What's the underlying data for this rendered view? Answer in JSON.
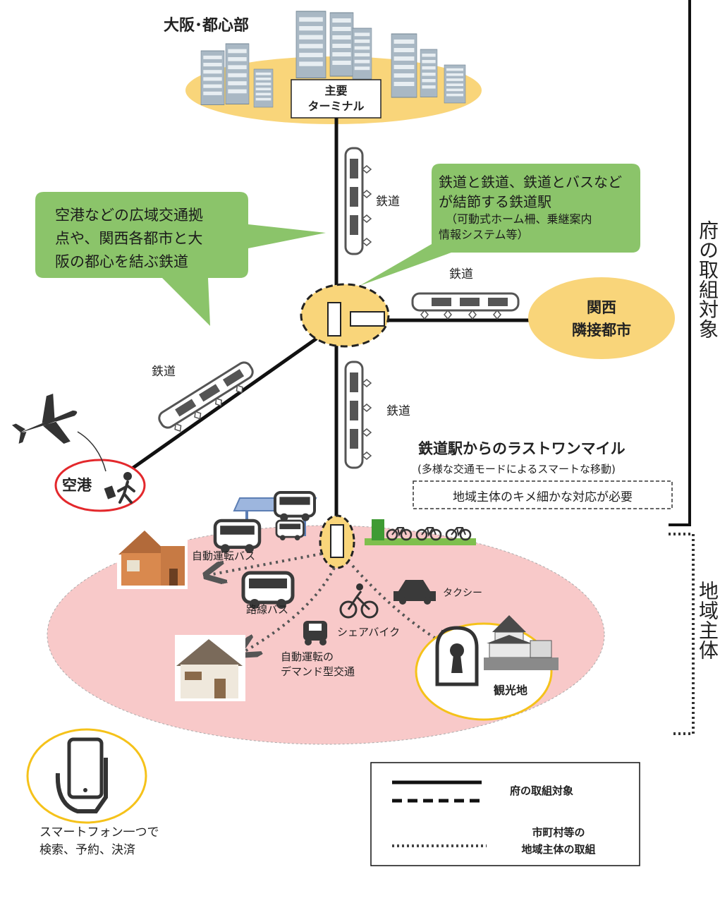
{
  "osaka_center": "大阪･都心部",
  "main_terminal": [
    "主要",
    "ターミナル"
  ],
  "callout_left": [
    "空港などの広域交通拠",
    "点や、関西各都市と大",
    "阪の都心を結ぶ鉄道"
  ],
  "callout_right": [
    "鉄道と鉄道、鉄道とバスなど",
    "が結節する鉄道駅",
    "（可動式ホーム柵、乗継案内",
    "情報システム等）"
  ],
  "rail_label": "鉄道",
  "kansai_city": [
    "関西",
    "隣接都市"
  ],
  "airport": "空港",
  "last_mile_title": "鉄道駅からのラストワンマイル",
  "last_mile_sub": "(多様な交通モードによるスマートな移動)",
  "last_mile_box": "地域主体のキメ細かな対応が必要",
  "auto_bus": "自動運転バス",
  "route_bus": "路線バス",
  "taxi": "タクシー",
  "share_bike": "シェアバイク",
  "demand_transit": [
    "自動運転の",
    "デマンド型交通"
  ],
  "sightseeing": "観光地",
  "smartphone": [
    "スマートフォン一つで",
    "検索、予約、決済"
  ],
  "side_pref": "府の取組対象",
  "side_local": "地域主体",
  "legend": {
    "pref": "府の取組対象",
    "local": [
      "市町村等の",
      "地域主体の取組"
    ]
  },
  "colors": {
    "hub_yellow": "#f9d57a",
    "callout_green": "#8bc46a",
    "local_pink": "#f8c9c9",
    "airport_red": "#e3282c"
  }
}
